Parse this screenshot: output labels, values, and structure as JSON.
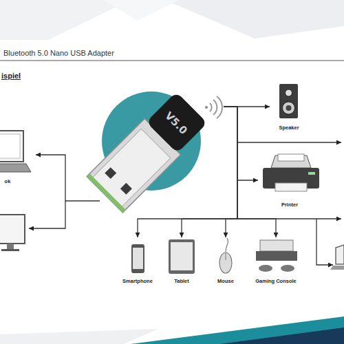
{
  "diagram": {
    "title": "Bluetooth 5.0 Nano USB Adapter",
    "nodes": [
      {
        "text": [
          "Speaker"
        ]
      },
      {
        "text": [
          "V5.0"
        ]
      },
      {
        "text": [
          "ok"
        ]
      },
      {
        "text": [
          "Printer"
        ]
      },
      {
        "text": [
          "Smartphone"
        ]
      },
      {
        "text": [
          "Tablet"
        ]
      },
      {
        "text": [
          "Mouse"
        ]
      },
      {
        "text": [
          "Gaming Console"
        ]
      }
    ],
    "edges": [
      {
        "from": 1,
        "to": 2,
        "arrow": "to"
      },
      {
        "from": 1,
        "to": 0,
        "arrow": "to"
      },
      {
        "from": 1,
        "to": 3,
        "arrow": "to"
      },
      {
        "from": 1,
        "to": 4,
        "arrow": "to"
      },
      {
        "from": 1,
        "to": 5,
        "arrow": "to"
      },
      {
        "from": 1,
        "to": 6,
        "arrow": "to"
      },
      {
        "from": 1,
        "to": 7,
        "arrow": "to"
      }
    ],
    "labels": [
      "ispiel"
    ]
  }
}
